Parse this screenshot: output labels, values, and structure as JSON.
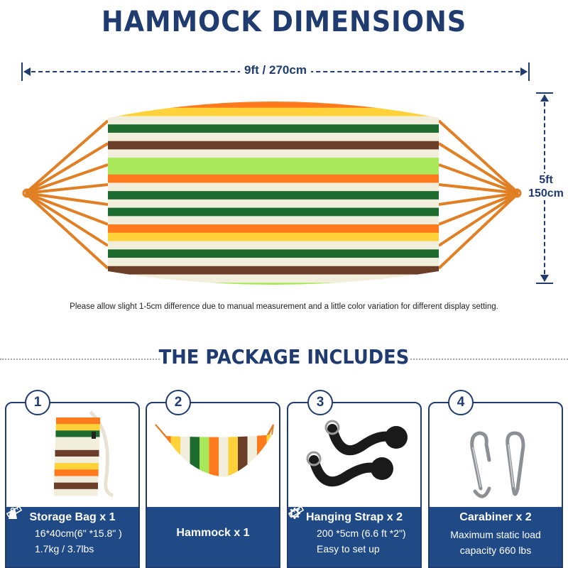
{
  "title": "HAMMOCK DIMENSIONS",
  "width_label": "9ft / 270cm",
  "height_label": {
    "line1": "5ft",
    "line2": "150cm"
  },
  "note": "Please allow slight 1-5cm difference due to manual measurement and a little color variation for different display setting.",
  "package_title": "THE PACKAGE INCLUDES",
  "colors": {
    "navy": "#1f3b70",
    "card_footer": "#1f4a86",
    "rope": "#e07f23",
    "stripes": [
      "#ff7a1c",
      "#ffd23a",
      "#f2eedc",
      "#1d6b2f",
      "#6b3e2a",
      "#a8e85a"
    ]
  },
  "items": [
    {
      "number": "1",
      "name": "Storage Bag x 1",
      "icon": "storage-bag-image",
      "details": [
        {
          "icon": "ruler-icon",
          "text": "16*40cm(6\" *15.8\" )"
        },
        {
          "icon": "weight-icon",
          "text": "1.7kg / 3.7lbs"
        }
      ]
    },
    {
      "number": "2",
      "name": "Hammock x 1",
      "icon": "hammock-image"
    },
    {
      "number": "3",
      "name": "Hanging Strap x 2",
      "icon": "strap-image",
      "details": [
        {
          "icon": "ruler-icon",
          "text": "200 *5cm (6.6 ft *2\")"
        },
        {
          "icon": "gear-icon",
          "text": "Easy to set up"
        }
      ]
    },
    {
      "number": "4",
      "name": "Carabiner x 2",
      "icon": "carabiner-image",
      "details_lines": [
        "Maximum static load",
        "capacity 660 lbs"
      ]
    }
  ]
}
